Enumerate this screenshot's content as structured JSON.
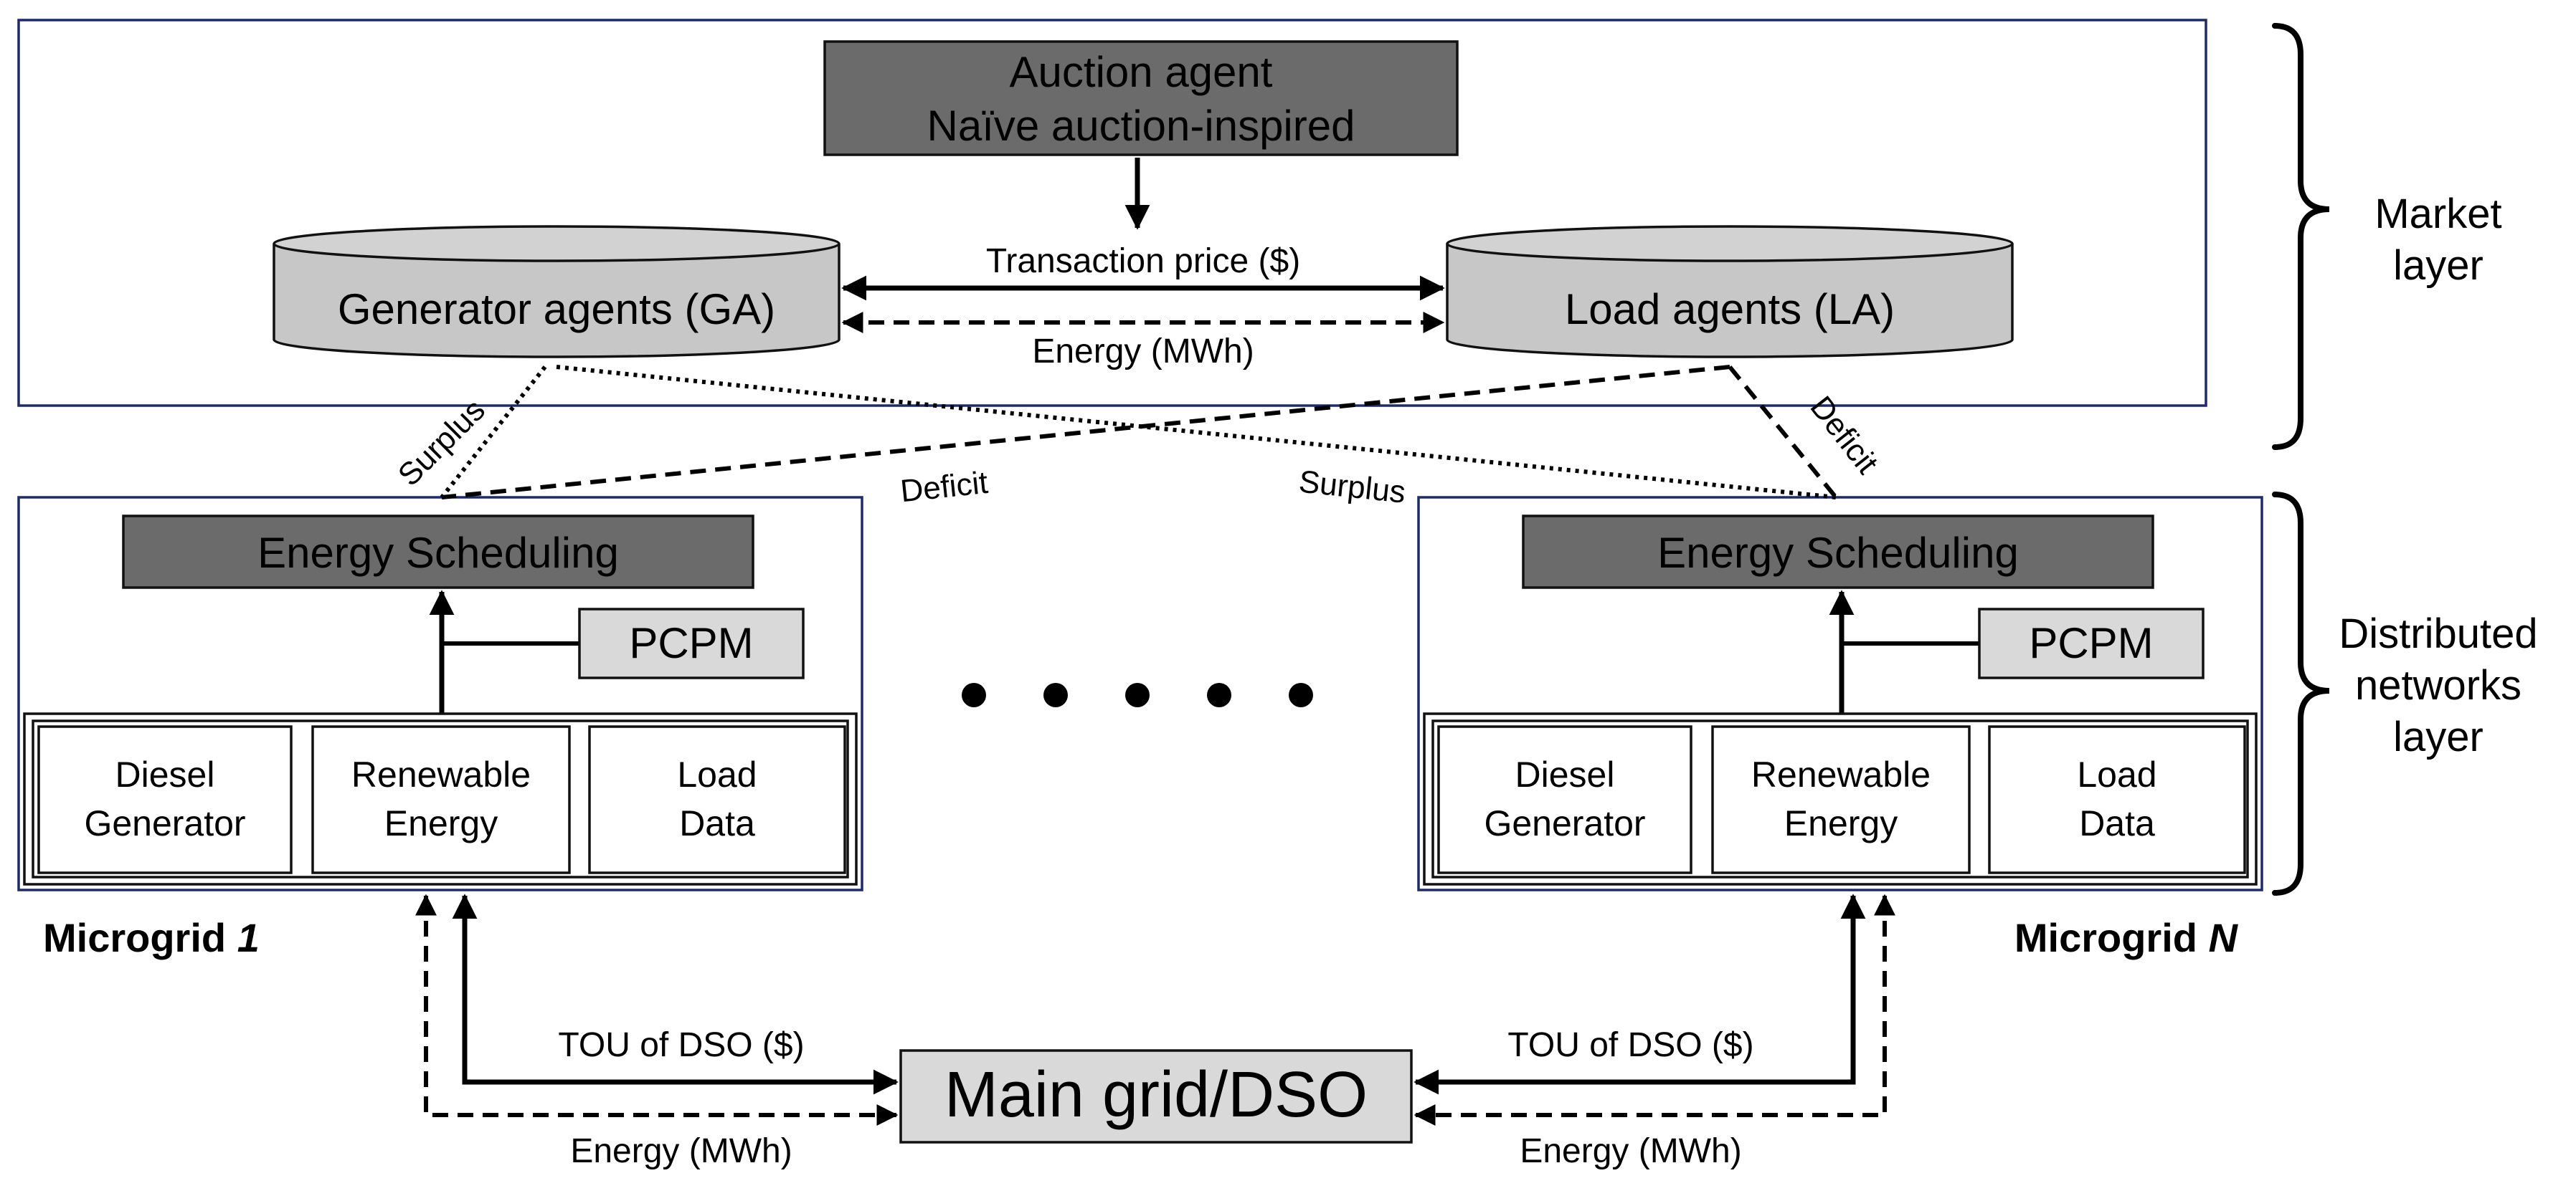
{
  "auction_agent": {
    "line1": "Auction agent",
    "line2": "Naïve auction-inspired"
  },
  "generator_agents": "Generator agents (GA)",
  "load_agents": "Load agents (LA)",
  "market_links": {
    "price": "Transaction price ($)",
    "energy": "Energy (MWh)"
  },
  "cross_links": {
    "surplus_left": "Surplus",
    "deficit_left": "Deficit",
    "surplus_right": "Surplus",
    "deficit_right": "Deficit"
  },
  "layers": {
    "market": [
      "Market",
      "layer"
    ],
    "distributed": [
      "Distributed",
      "networks",
      "layer"
    ]
  },
  "microgrids": [
    {
      "label_prefix": "Microgrid ",
      "label_index": "1",
      "scheduling": "Energy Scheduling",
      "pcpm": "PCPM",
      "modules": [
        {
          "line1": "Diesel",
          "line2": "Generator"
        },
        {
          "line1": "Renewable",
          "line2": "Energy"
        },
        {
          "line1": "Load",
          "line2": "Data"
        }
      ]
    },
    {
      "label_prefix": "Microgrid ",
      "label_index": "N",
      "scheduling": "Energy Scheduling",
      "pcpm": "PCPM",
      "modules": [
        {
          "line1": "Diesel",
          "line2": "Generator"
        },
        {
          "line1": "Renewable",
          "line2": "Energy"
        },
        {
          "line1": "Load",
          "line2": "Data"
        }
      ]
    }
  ],
  "main_grid": "Main grid/DSO",
  "grid_links": {
    "left": {
      "tou": "TOU of DSO ($)",
      "energy": "Energy (MWh)"
    },
    "right": {
      "tou": "TOU of DSO ($)",
      "energy": "Energy (MWh)"
    }
  },
  "ellipsis_dot_count": 5
}
